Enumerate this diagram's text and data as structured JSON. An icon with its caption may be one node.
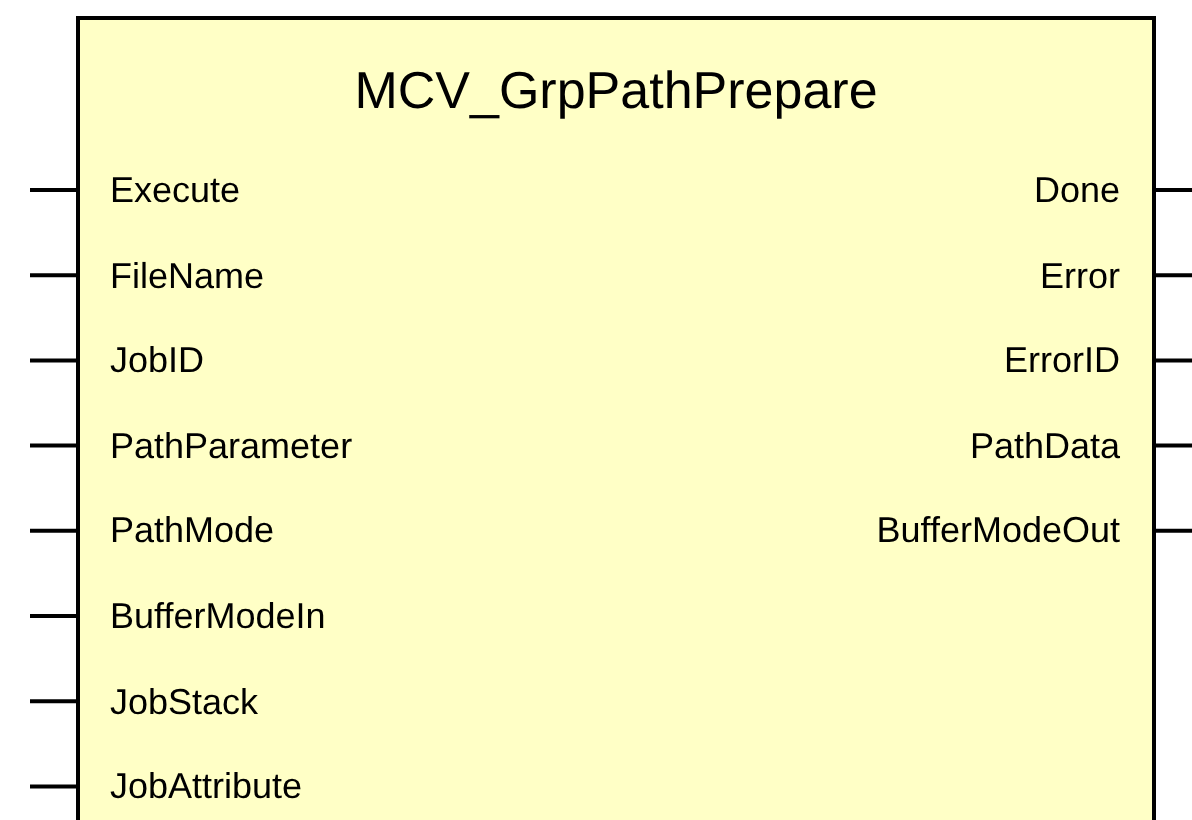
{
  "diagram": {
    "nodes": [
      {
        "text": [
          "MCV_GrpPathPrepare"
        ]
      }
    ],
    "edges": [],
    "labels": [
      "Execute",
      "Done",
      "FileName",
      "Error",
      "JobID",
      "ErrorID",
      "PathParameter",
      "PathData",
      "PathMode",
      "BufferModeOut",
      "BufferModeIn",
      "JobStack",
      "JobAttribute"
    ]
  }
}
